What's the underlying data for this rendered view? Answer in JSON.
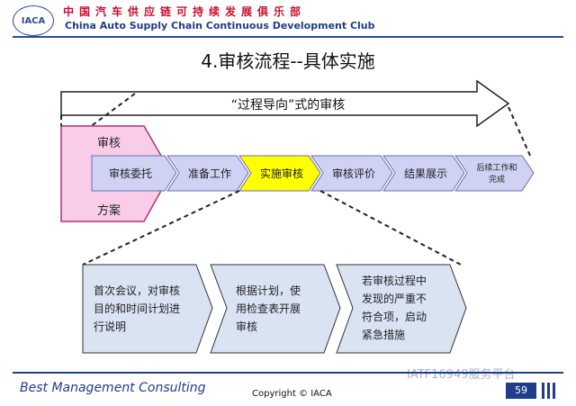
{
  "header": {
    "logo_text": "IACA",
    "club_name_cn": "中国汽车供应链可持续发展俱乐部",
    "club_name_en": "China Auto Supply Chain Continuous Development Club"
  },
  "slide": {
    "title": "4.审核流程--具体实施",
    "arrow_label": "“过程导向”式的审核",
    "audit_plan_top": "审核",
    "audit_plan_bottom": "方案",
    "steps": [
      "审核委托",
      "准备工作",
      "实施审核",
      "审核评价",
      "结果展示"
    ],
    "last_step": [
      "后续工作和",
      "完成"
    ],
    "detail_boxes": [
      [
        "首次会议，对审核",
        "目的和时间计划进",
        "行说明"
      ],
      [
        "根据计划，使",
        "用检查表开展",
        "审核"
      ],
      [
        "若审核过程中",
        "发现的严重不",
        "符合项，启动",
        "紧急措施"
      ]
    ]
  },
  "footer": {
    "brand": "Best Management Consulting",
    "copyright": "Copyright © IACA",
    "page_number": "59",
    "watermark": "IATF16949服务平台"
  },
  "colors": {
    "pink_fill": "#f9cdea",
    "pink_stroke": "#b0307a",
    "chevron_fill": "#cfd2f3",
    "highlight_fill": "#ffff00",
    "detail_fill": "#d9e3f2",
    "brand_blue": "#1f3d8a",
    "red_text": "#c8102e"
  }
}
